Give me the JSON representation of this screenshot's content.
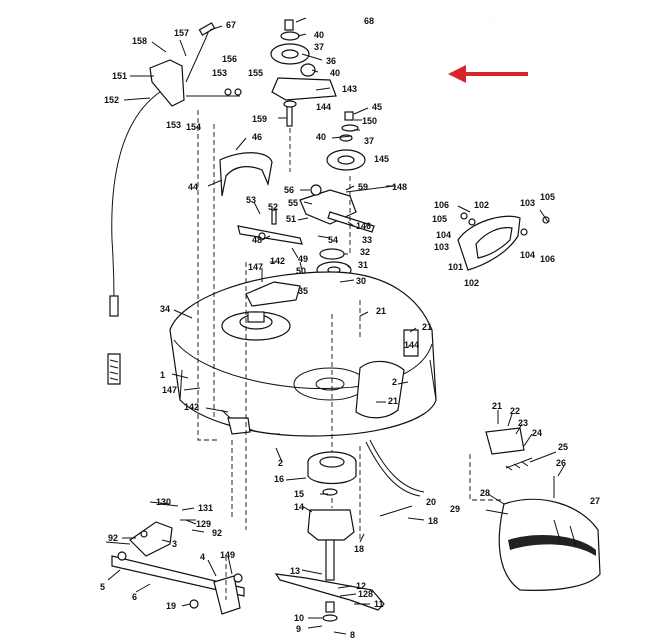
{
  "labels": [
    "67",
    "158",
    "157",
    "40",
    "37",
    "36",
    "40",
    "151",
    "153",
    "156",
    "155",
    "152",
    "153",
    "154",
    "144",
    "143",
    "68",
    "159",
    "45",
    "150",
    "40",
    "37",
    "46",
    "145",
    "44",
    "56",
    "55",
    "59",
    "148",
    "53",
    "52",
    "51",
    "146",
    "54",
    "33",
    "49",
    "32",
    "48",
    "31",
    "50",
    "30",
    "147",
    "142",
    "106",
    "102",
    "105",
    "105",
    "103",
    "104",
    "104",
    "103",
    "106",
    "101",
    "102",
    "35",
    "34",
    "21",
    "21",
    "144",
    "1",
    "147",
    "142",
    "2",
    "21",
    "21",
    "22",
    "23",
    "24",
    "25",
    "26",
    "2",
    "16",
    "28",
    "27",
    "29",
    "15",
    "20",
    "130",
    "131",
    "129",
    "92",
    "14",
    "92",
    "3",
    "18",
    "18",
    "4",
    "149",
    "5",
    "6",
    "13",
    "12",
    "128",
    "11",
    "19",
    "10",
    "9",
    "8"
  ],
  "colors": {
    "ink": "#111111",
    "arrow": "#d8242a",
    "paper": "#ffffff"
  }
}
